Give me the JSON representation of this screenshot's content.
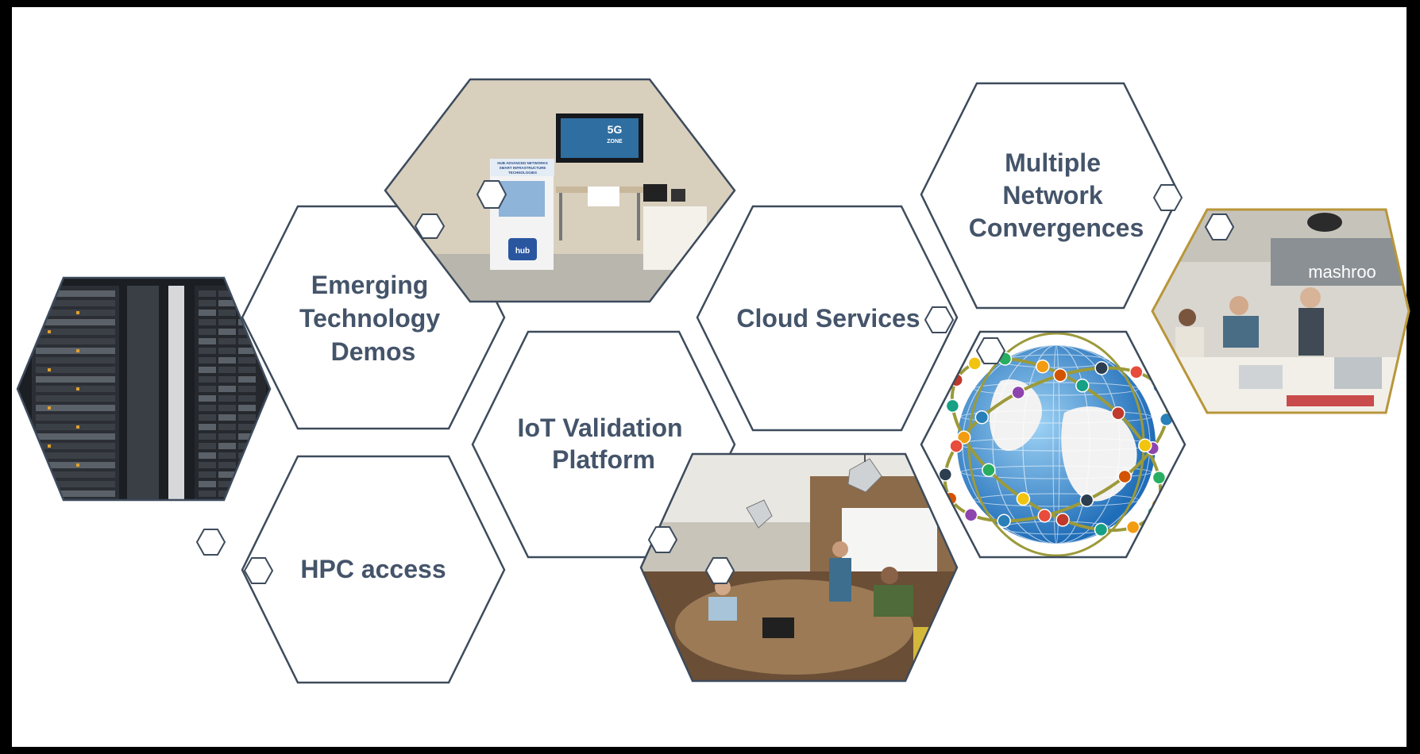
{
  "colors": {
    "frame": "#000000",
    "background": "#ffffff",
    "hex_outline": "#3d4b5c",
    "label_text": "#44546a",
    "gold_outline": "#b8963a"
  },
  "tiles": [
    {
      "id": "hpc-photo",
      "kind": "photo",
      "depicts": "server-rack-photo"
    },
    {
      "id": "emerging",
      "kind": "text",
      "lines": [
        "Emerging",
        "Technology",
        "Demos"
      ]
    },
    {
      "id": "hpc-access",
      "kind": "text",
      "lines": [
        "HPC access"
      ]
    },
    {
      "id": "demo-room",
      "kind": "photo",
      "depicts": "5g-zone-demo-room-photo"
    },
    {
      "id": "iot",
      "kind": "text",
      "lines": [
        "IoT Validation",
        "Platform"
      ]
    },
    {
      "id": "cloud",
      "kind": "text",
      "lines": [
        "Cloud Services"
      ]
    },
    {
      "id": "meeting",
      "kind": "photo",
      "depicts": "meeting-room-photo"
    },
    {
      "id": "multiple",
      "kind": "text",
      "lines": [
        "Multiple",
        "Network",
        "Convergences"
      ]
    },
    {
      "id": "globe",
      "kind": "photo",
      "depicts": "network-globe-photo"
    },
    {
      "id": "presentation",
      "kind": "photo",
      "depicts": "office-presentation-photo"
    }
  ],
  "photo_texts": {
    "zone_5g": "5G",
    "zone_word": "ZONE",
    "banner_line1": "HUB ADVANCED NETWORKS",
    "banner_line2": "SMART INFRASTRUCTURE",
    "banner_line3": "TECHNOLOGIES",
    "hub_logo": "hub",
    "wall_logo": "mashroo"
  }
}
